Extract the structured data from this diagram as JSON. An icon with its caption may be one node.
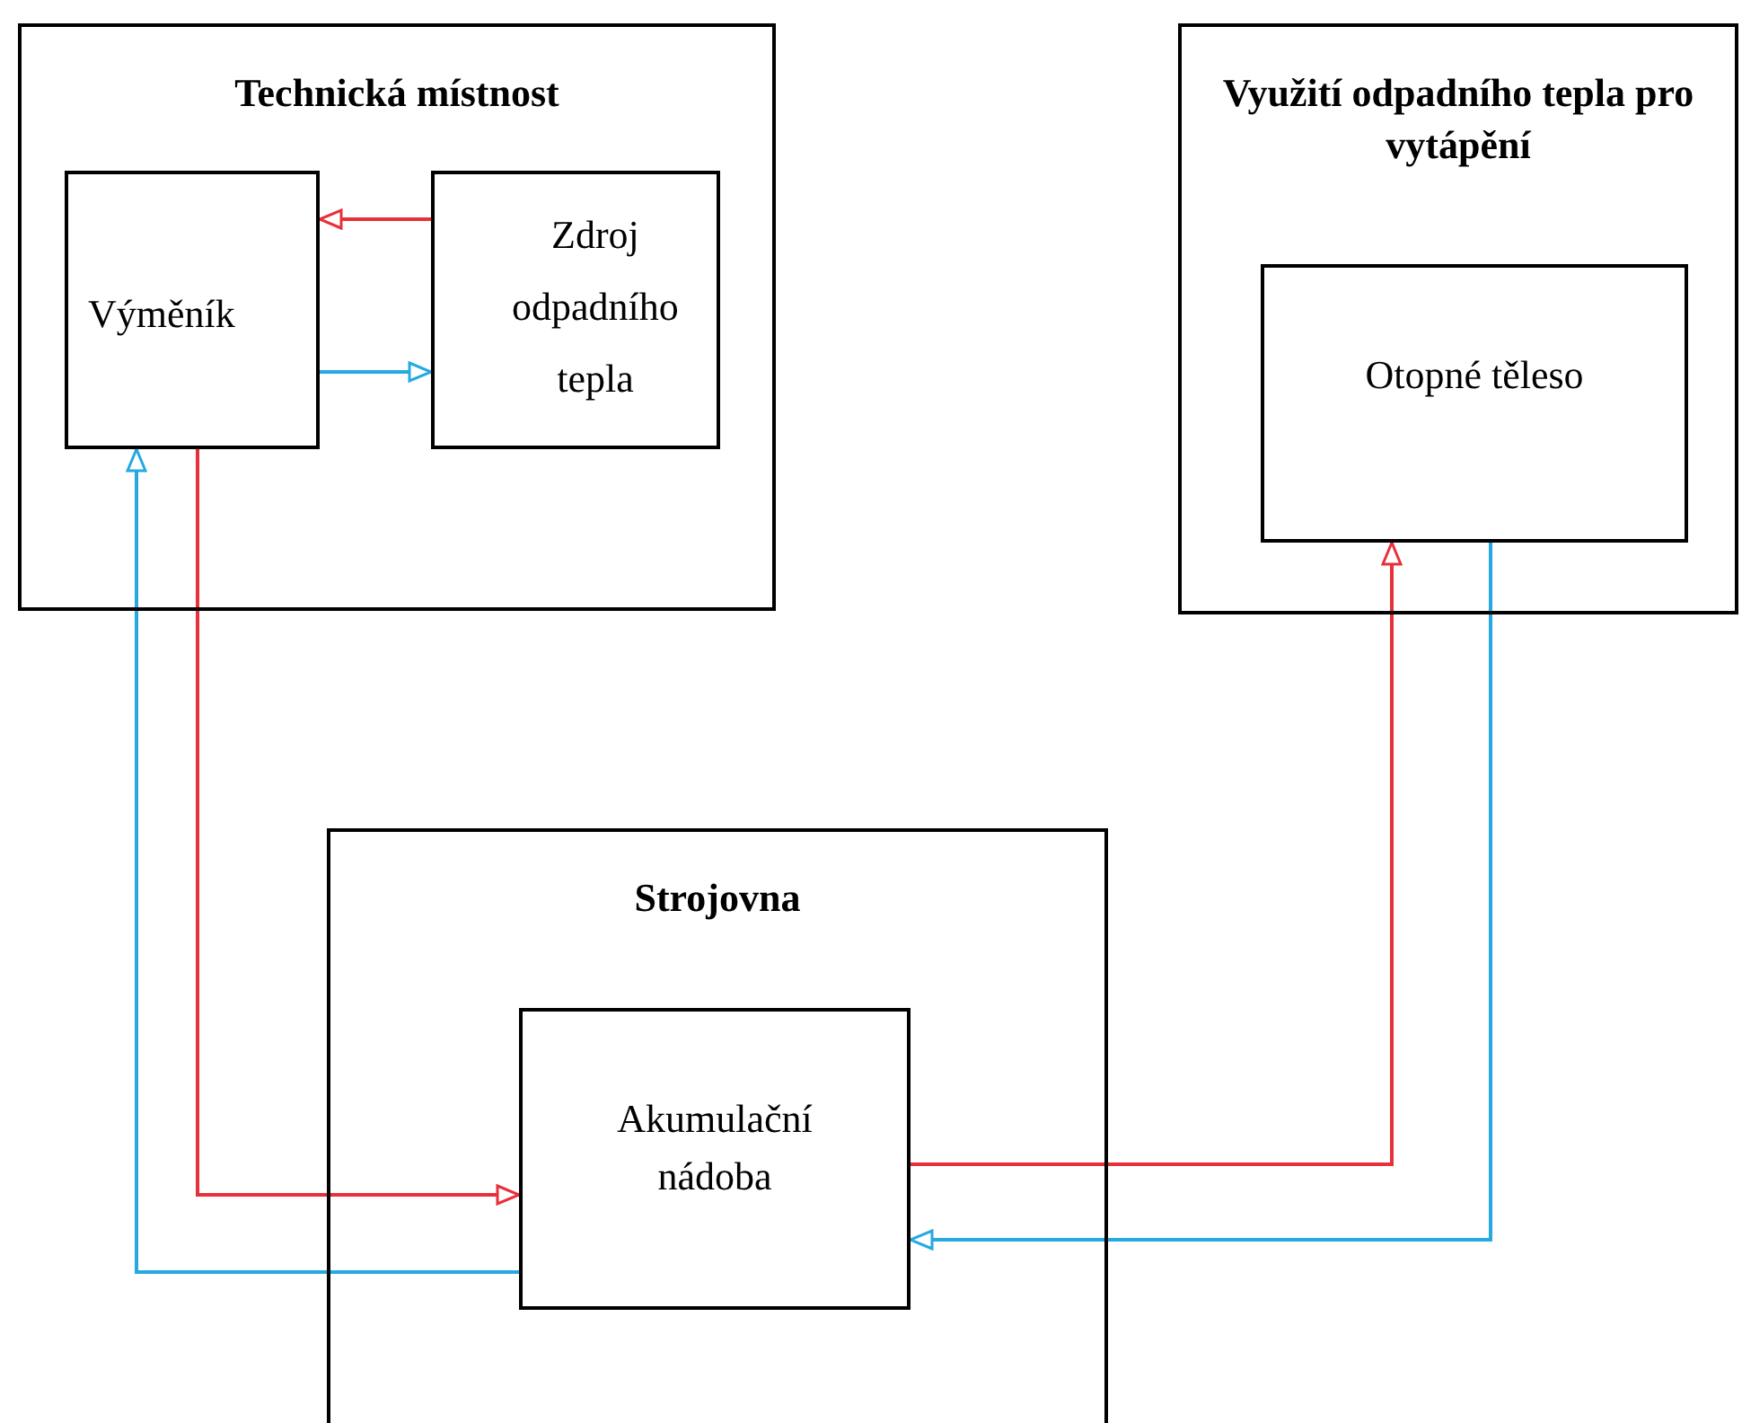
{
  "diagram": {
    "nodes": [
      {
        "text": [
          "Technická místnost"
        ]
      },
      {
        "text": [
          "Výměník"
        ],
        "in": 0
      },
      {
        "text": [
          "Zdroj odpadního tepla"
        ],
        "in": 0
      },
      {
        "text": [
          "Využití odpadního tepla pro vytápění"
        ]
      },
      {
        "text": [
          "Otopné těleso"
        ],
        "in": 3
      },
      {
        "text": [
          "Strojovna"
        ]
      },
      {
        "text": [
          "Akumulační nádoba"
        ],
        "in": 5
      }
    ],
    "edges": [
      {
        "from": 2,
        "to": 1,
        "arrow": "to",
        "color": "#e8303a"
      },
      {
        "from": 1,
        "to": 2,
        "arrow": "to",
        "color": "#26a9e0"
      },
      {
        "from": 1,
        "to": 6,
        "arrow": "to",
        "color": "#e8303a"
      },
      {
        "from": 6,
        "to": 1,
        "arrow": "to",
        "color": "#26a9e0"
      },
      {
        "from": 6,
        "to": 4,
        "arrow": "to",
        "color": "#e8303a"
      },
      {
        "from": 4,
        "to": 6,
        "arrow": "to",
        "color": "#26a9e0"
      }
    ]
  }
}
